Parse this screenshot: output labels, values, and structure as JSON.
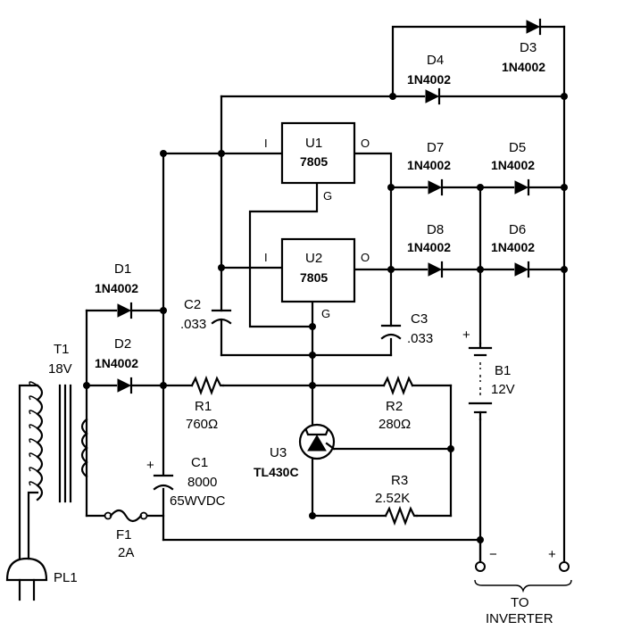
{
  "components": {
    "d1": {
      "ref": "D1",
      "value": "1N4002"
    },
    "d2": {
      "ref": "D2",
      "value": "1N4002"
    },
    "d3": {
      "ref": "D3",
      "value": "1N4002"
    },
    "d4": {
      "ref": "D4",
      "value": "1N4002"
    },
    "d5": {
      "ref": "D5",
      "value": "1N4002"
    },
    "d6": {
      "ref": "D6",
      "value": "1N4002"
    },
    "d7": {
      "ref": "D7",
      "value": "1N4002"
    },
    "d8": {
      "ref": "D8",
      "value": "1N4002"
    },
    "u1": {
      "ref": "U1",
      "value": "7805",
      "pin_in": "I",
      "pin_out": "O",
      "pin_gnd": "G"
    },
    "u2": {
      "ref": "U2",
      "value": "7805",
      "pin_in": "I",
      "pin_out": "O",
      "pin_gnd": "G"
    },
    "u3": {
      "ref": "U3",
      "value": "TL430C"
    },
    "c1": {
      "ref": "C1",
      "value": "8000",
      "value2": "65WVDC",
      "polarity": "+"
    },
    "c2": {
      "ref": "C2",
      "value": ".033"
    },
    "c3": {
      "ref": "C3",
      "value": ".033"
    },
    "r1": {
      "ref": "R1",
      "value": "760Ω"
    },
    "r2": {
      "ref": "R2",
      "value": "280Ω"
    },
    "r3": {
      "ref": "R3",
      "value": "2.52K"
    },
    "t1": {
      "ref": "T1",
      "value": "18V"
    },
    "f1": {
      "ref": "F1",
      "value": "2A"
    },
    "b1": {
      "ref": "B1",
      "value": "12V",
      "polarity": "+"
    },
    "pl1": {
      "ref": "PL1"
    }
  },
  "output": {
    "minus": "−",
    "plus": "+",
    "label_line1": "TO",
    "label_line2": "INVERTER"
  }
}
